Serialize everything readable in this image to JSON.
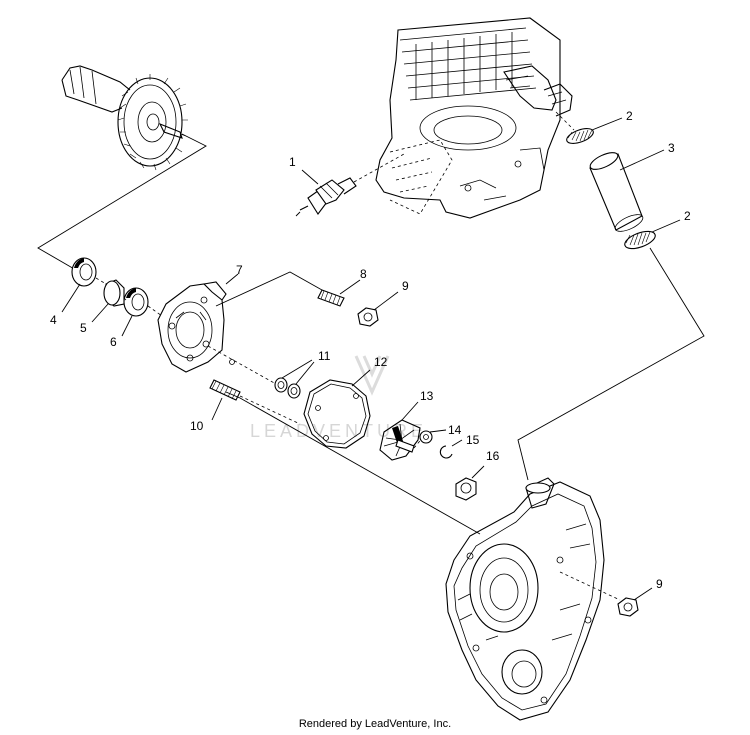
{
  "footer_text": "Rendered by LeadVenture, Inc.",
  "watermark_text": "LEADVENTURE",
  "callouts": [
    {
      "id": "c1",
      "label": "1"
    },
    {
      "id": "c2a",
      "label": "2"
    },
    {
      "id": "c2b",
      "label": "2"
    },
    {
      "id": "c3",
      "label": "3"
    },
    {
      "id": "c4",
      "label": "4"
    },
    {
      "id": "c5",
      "label": "5"
    },
    {
      "id": "c6",
      "label": "6"
    },
    {
      "id": "c7",
      "label": "7"
    },
    {
      "id": "c8",
      "label": "8"
    },
    {
      "id": "c9a",
      "label": "9"
    },
    {
      "id": "c9b",
      "label": "9"
    },
    {
      "id": "c10",
      "label": "10"
    },
    {
      "id": "c11",
      "label": "11"
    },
    {
      "id": "c12",
      "label": "12"
    },
    {
      "id": "c13",
      "label": "13"
    },
    {
      "id": "c14",
      "label": "14"
    },
    {
      "id": "c15",
      "label": "15"
    },
    {
      "id": "c16",
      "label": "16"
    }
  ]
}
